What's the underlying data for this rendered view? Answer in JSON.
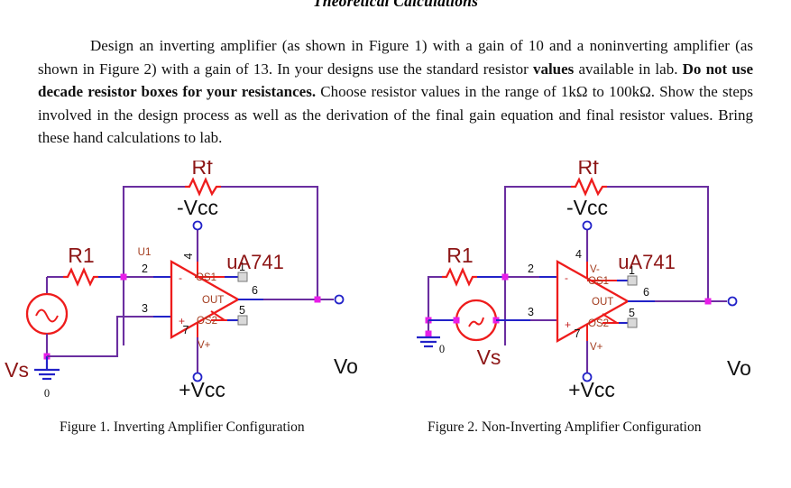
{
  "document": {
    "title": "Theoretical Calculations",
    "paragraph_runs": [
      {
        "text": "Design an inverting amplifier (as shown in Figure 1) with a gain of 10 and a noninverting amplifier (as shown in Figure 2) with a gain of 13.  In your designs use the standard resistor ",
        "bold": false
      },
      {
        "text": "values",
        "bold": true
      },
      {
        "text": " available in lab.  ",
        "bold": false
      },
      {
        "text": "Do not use decade resistor boxes for your resistances.",
        "bold": true
      },
      {
        "text": "  Choose resistor values in the range of 1kΩ to 100kΩ.  Show the steps involved in the design process as well as the derivation of the final gain equation and final resistor values.  Bring these hand calculations to lab.",
        "bold": false
      }
    ]
  },
  "figure1": {
    "caption": "Figure 1. Inverting Amplifier Configuration",
    "labels": {
      "rf": "Rf",
      "r1": "R1",
      "vs": "Vs",
      "vo": "Vo",
      "neg_vcc": "-Vcc",
      "pos_vcc": "+Vcc",
      "chip": "uA741",
      "refdes": "U1",
      "ground_net": "0",
      "opamp_minus": "-",
      "opamp_plus": "+",
      "pin_out": "OUT",
      "pin_os1": "OS1",
      "pin_os2": "OS2",
      "pin_vplus": "V+",
      "pin_num_1": "1",
      "pin_num_2": "2",
      "pin_num_3": "3",
      "pin_num_4": "4",
      "pin_num_5": "5",
      "pin_num_6": "6",
      "pin_num_7": "7"
    }
  },
  "figure2": {
    "caption": "Figure 2. Non-Inverting Amplifier Configuration",
    "labels": {
      "rf": "Rf",
      "r1": "R1",
      "vs": "Vs",
      "vo": "Vo",
      "neg_vcc": "-Vcc",
      "pos_vcc": "+Vcc",
      "chip": "uA741",
      "ground_net": "0",
      "opamp_minus": "-",
      "opamp_plus": "+",
      "pin_out": "OUT",
      "pin_os1": "OS1",
      "pin_os2": "OS2",
      "pin_vminus": "V-",
      "pin_vplus": "V+",
      "pin_num_1": "1",
      "pin_num_2": "2",
      "pin_num_3": "3",
      "pin_num_4": "4",
      "pin_num_5": "5",
      "pin_num_6": "6",
      "pin_num_7": "7"
    }
  },
  "colors": {
    "wire": "#6a2ea0",
    "wire_alt": "#2222c8",
    "component": "#ee1c1c",
    "label_red": "#8d1616",
    "node": "#e81ee8"
  }
}
